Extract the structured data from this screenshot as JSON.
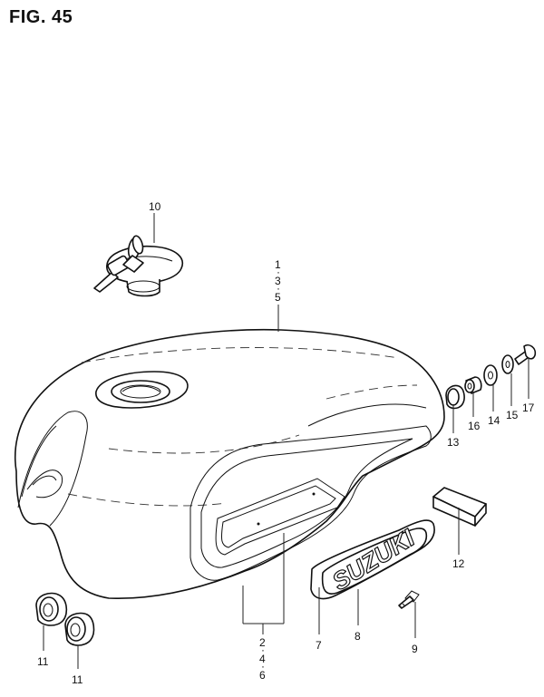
{
  "figure": {
    "title": "FIG. 45"
  },
  "badge": {
    "text": "SUZUKI"
  },
  "callouts": {
    "c10": "10",
    "c1": "1",
    "c3": "3",
    "c5": "5",
    "c2": "2",
    "c4": "4",
    "c6": "6",
    "c7": "7",
    "c8": "8",
    "c9": "9",
    "c11a": "11",
    "c11b": "11",
    "c12": "12",
    "c13": "13",
    "c14": "14",
    "c15": "15",
    "c16": "16",
    "c17": "17",
    "dot": "·"
  }
}
